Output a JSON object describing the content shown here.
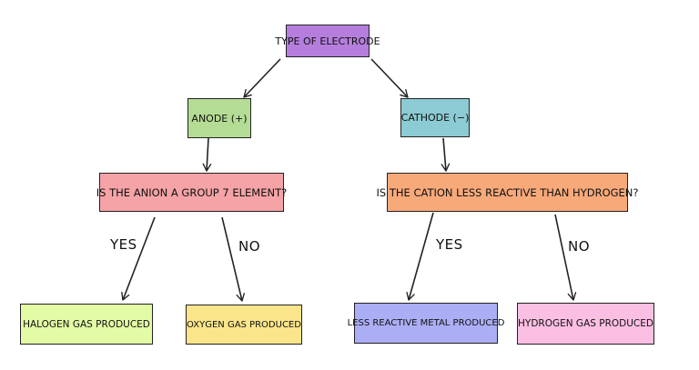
{
  "nodes": {
    "root": {
      "label": "Type of Electrode",
      "color": "#b57edc"
    },
    "anode": {
      "label": "Anode (+)",
      "color": "#b5dc95"
    },
    "cathode": {
      "label": "Cathode (−)",
      "color": "#8ccbd3"
    },
    "anion_question": {
      "label": "Is the anion a group 7 element?",
      "color": "#f5a3a6"
    },
    "cation_question": {
      "label": "Is the cation less reactive than hydrogen?",
      "color": "#f7a97a"
    },
    "halogen": {
      "label": "Halogen gas produced",
      "color": "#e3fba5"
    },
    "oxygen": {
      "label": "Oxygen gas produced",
      "color": "#fbe58b"
    },
    "metal": {
      "label": "Less reactive metal produced",
      "color": "#abaef5"
    },
    "hydrogen": {
      "label": "Hydrogen gas produced",
      "color": "#fbbfe3"
    }
  },
  "edge_labels": {
    "anion_yes": "Yes",
    "anion_no": "No",
    "cation_yes": "Yes",
    "cation_no": "No"
  }
}
